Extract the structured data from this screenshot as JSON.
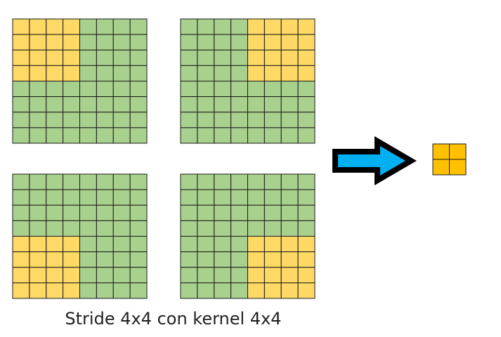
{
  "caption": "Stride 4x4 con kernel 4x4",
  "input": {
    "rows": 8,
    "cols": 8
  },
  "kernel": {
    "rows": 4,
    "cols": 4
  },
  "stride": {
    "rows": 4,
    "cols": 4
  },
  "grids": [
    {
      "name": "grid-top-left",
      "highlight_row": 0,
      "highlight_col": 0
    },
    {
      "name": "grid-top-right",
      "highlight_row": 0,
      "highlight_col": 4
    },
    {
      "name": "grid-bottom-left",
      "highlight_row": 4,
      "highlight_col": 0
    },
    {
      "name": "grid-bottom-right",
      "highlight_row": 4,
      "highlight_col": 4
    }
  ],
  "output": {
    "rows": 2,
    "cols": 2
  },
  "colors": {
    "background_cell": "#a9d18e",
    "kernel_cell": "#ffd966",
    "output_cell": "#ffc000",
    "grid_line": "#1a1a1a",
    "arrow_fill": "#00b0f0",
    "arrow_outline": "#000000"
  }
}
